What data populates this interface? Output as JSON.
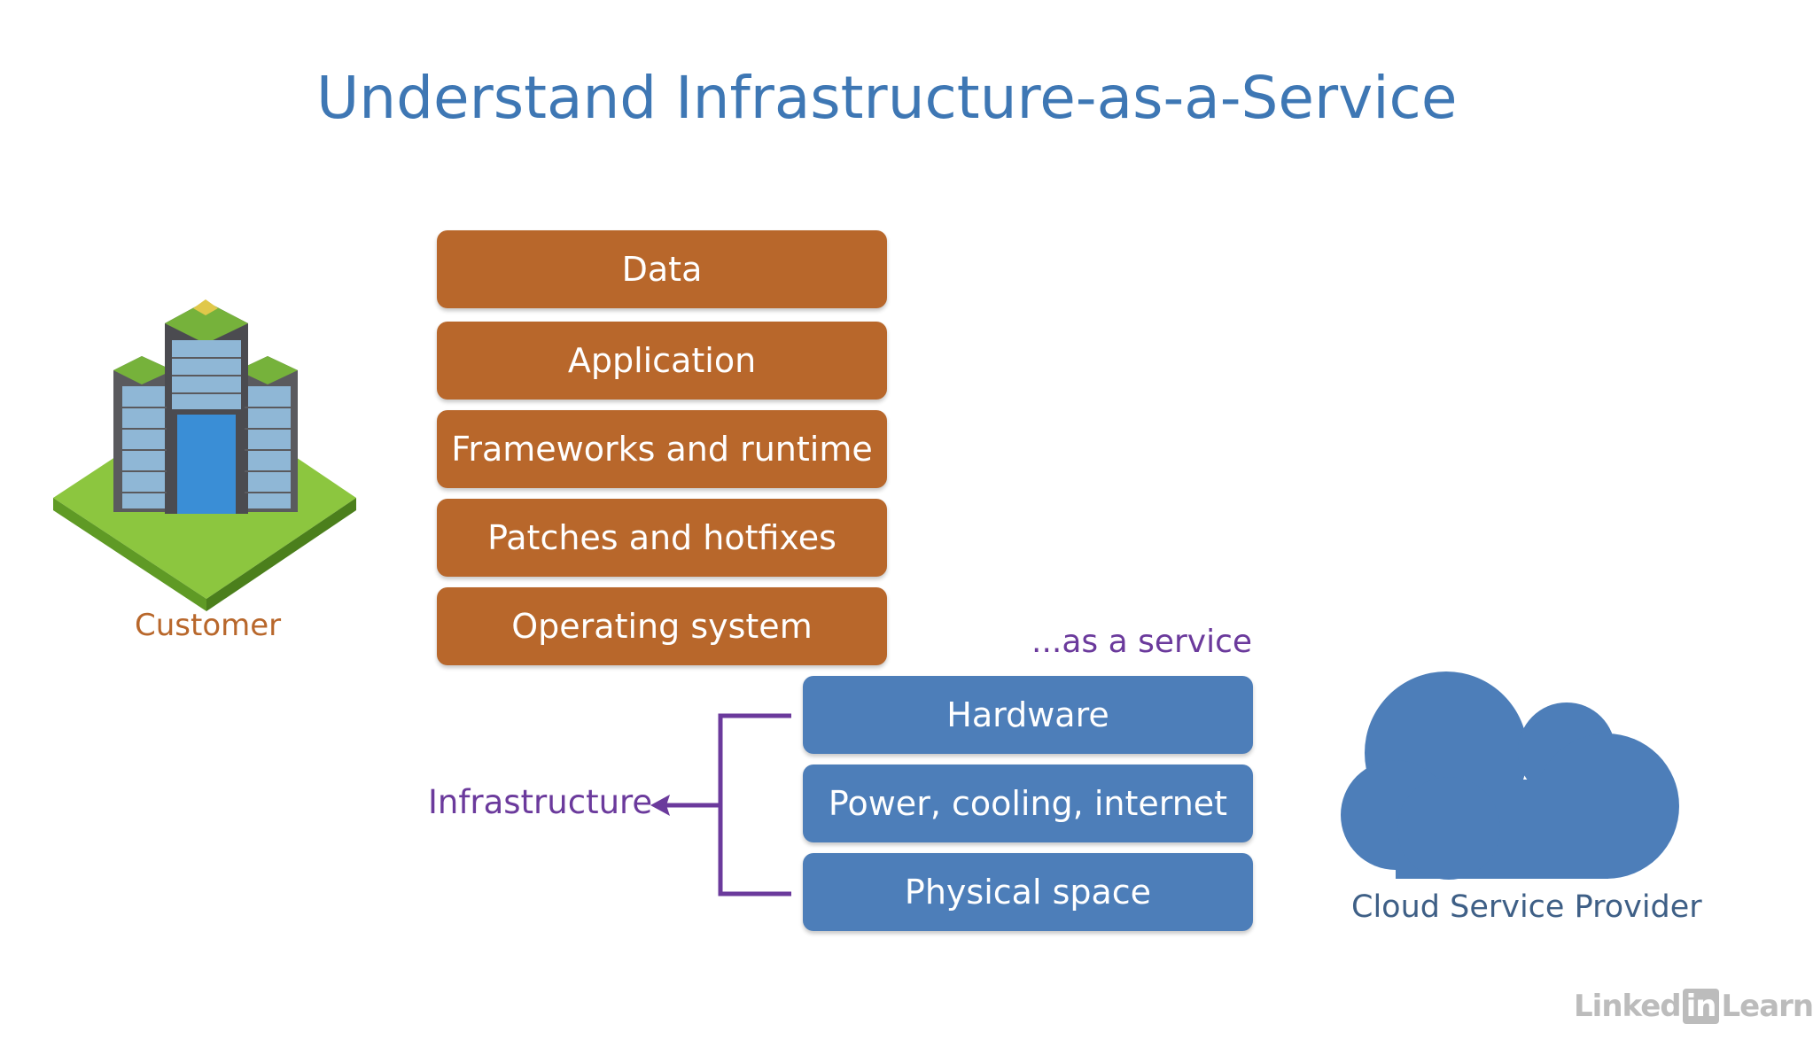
{
  "title": "Understand Infrastructure-as-a-Service",
  "customer_label": "Customer",
  "customer_stack": [
    "Data",
    "Application",
    "Frameworks and runtime",
    "Patches and hotfixes",
    "Operating system"
  ],
  "service_label": "...as a service",
  "provider_stack": [
    "Hardware",
    "Power, cooling, internet",
    "Physical space"
  ],
  "infrastructure_label": "Infrastructure",
  "provider_label": "Cloud Service Provider",
  "watermark": {
    "part1": "Linked",
    "part2": "in",
    "part3": "Learning"
  },
  "colors": {
    "customer": "#b8672b",
    "provider": "#4d7eb9",
    "bracket": "#6b3a9c",
    "title": "#3e77b4"
  },
  "icons": [
    "office-building-icon",
    "cloud-icon",
    "arrow-left-icon"
  ]
}
